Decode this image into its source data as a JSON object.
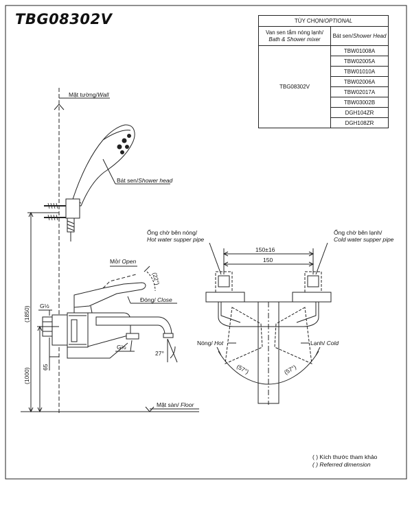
{
  "model": "TBG08302V",
  "optional_table": {
    "header_vi": "TÙY CHỌN/",
    "header_en": "OPTIONAL",
    "col1_vi": "Van sen tắm nóng lạnh/",
    "col1_en": "Bath & Shower mixer",
    "col2_vi": "Bát sen/",
    "col2_en": "Shower Head",
    "mixer_model": "TBG08302V",
    "shower_heads": [
      "TBW01008A",
      "TBW02005A",
      "TBW01010A",
      "TBW02006A",
      "TBW02017A",
      "TBW03002B",
      "DGH104ZR",
      "DGH108ZR"
    ]
  },
  "labels": {
    "wall_vi": "Mặt tường/",
    "wall_en": "Wall",
    "shower_head_vi": "Bát sen/",
    "shower_head_en": "Shower head",
    "open_vi": "Mở/ ",
    "open_en": "Open",
    "close_vi": "Đóng/ ",
    "close_en": "Close",
    "floor_vi": "Mặt sàn/ ",
    "floor_en": "Floor",
    "hot_pipe_vi": "Ống chờ bên nóng/",
    "hot_pipe_en": "Hot water supper pipe",
    "cold_pipe_vi": "Ống chờ bên lạnh/",
    "cold_pipe_en": "Cold water supper pipe",
    "hot_vi": "Nóng/ ",
    "hot_en": "Hot",
    "cold_vi": "Lạnh/ ",
    "cold_en": "Cold"
  },
  "dimensions": {
    "height_total": "(1850)",
    "height_mixer": "(1000)",
    "offset": "65",
    "thread_1": "G½",
    "thread_2": "G½",
    "lever_angle": "(22°)",
    "spout_angle": "27°",
    "spacing_adj": "150±16",
    "spacing": "150",
    "angle_hot": "(57°)",
    "angle_cold": "(57°)"
  },
  "legend": {
    "line1_vi": "( ) Kích thước tham khảo",
    "line2_en": "( ) Referred dimension"
  }
}
